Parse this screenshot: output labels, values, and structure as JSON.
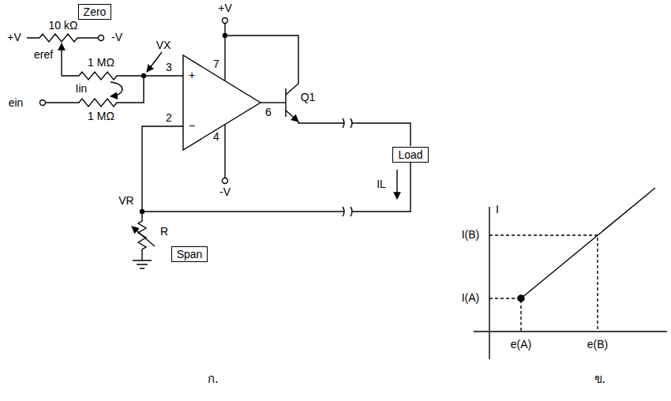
{
  "diagram": {
    "nodes": [
      {
        "text": [
          "Zero"
        ]
      },
      {
        "text": [
          "Load"
        ]
      },
      {
        "text": [
          "Span"
        ]
      }
    ],
    "labels": [
      "+V",
      "10 kΩ",
      "-V",
      "eref",
      "1 MΩ",
      "VX",
      "3",
      "+",
      "7",
      "+V",
      "Iin",
      "ein",
      "1 MΩ",
      "2",
      "−",
      "6",
      "4",
      "-V",
      "Q1",
      "IL",
      "VR",
      "R",
      "ก.",
      "I",
      "I(B)",
      "I(A)",
      "e(A)",
      "e(B)",
      "ข."
    ]
  }
}
